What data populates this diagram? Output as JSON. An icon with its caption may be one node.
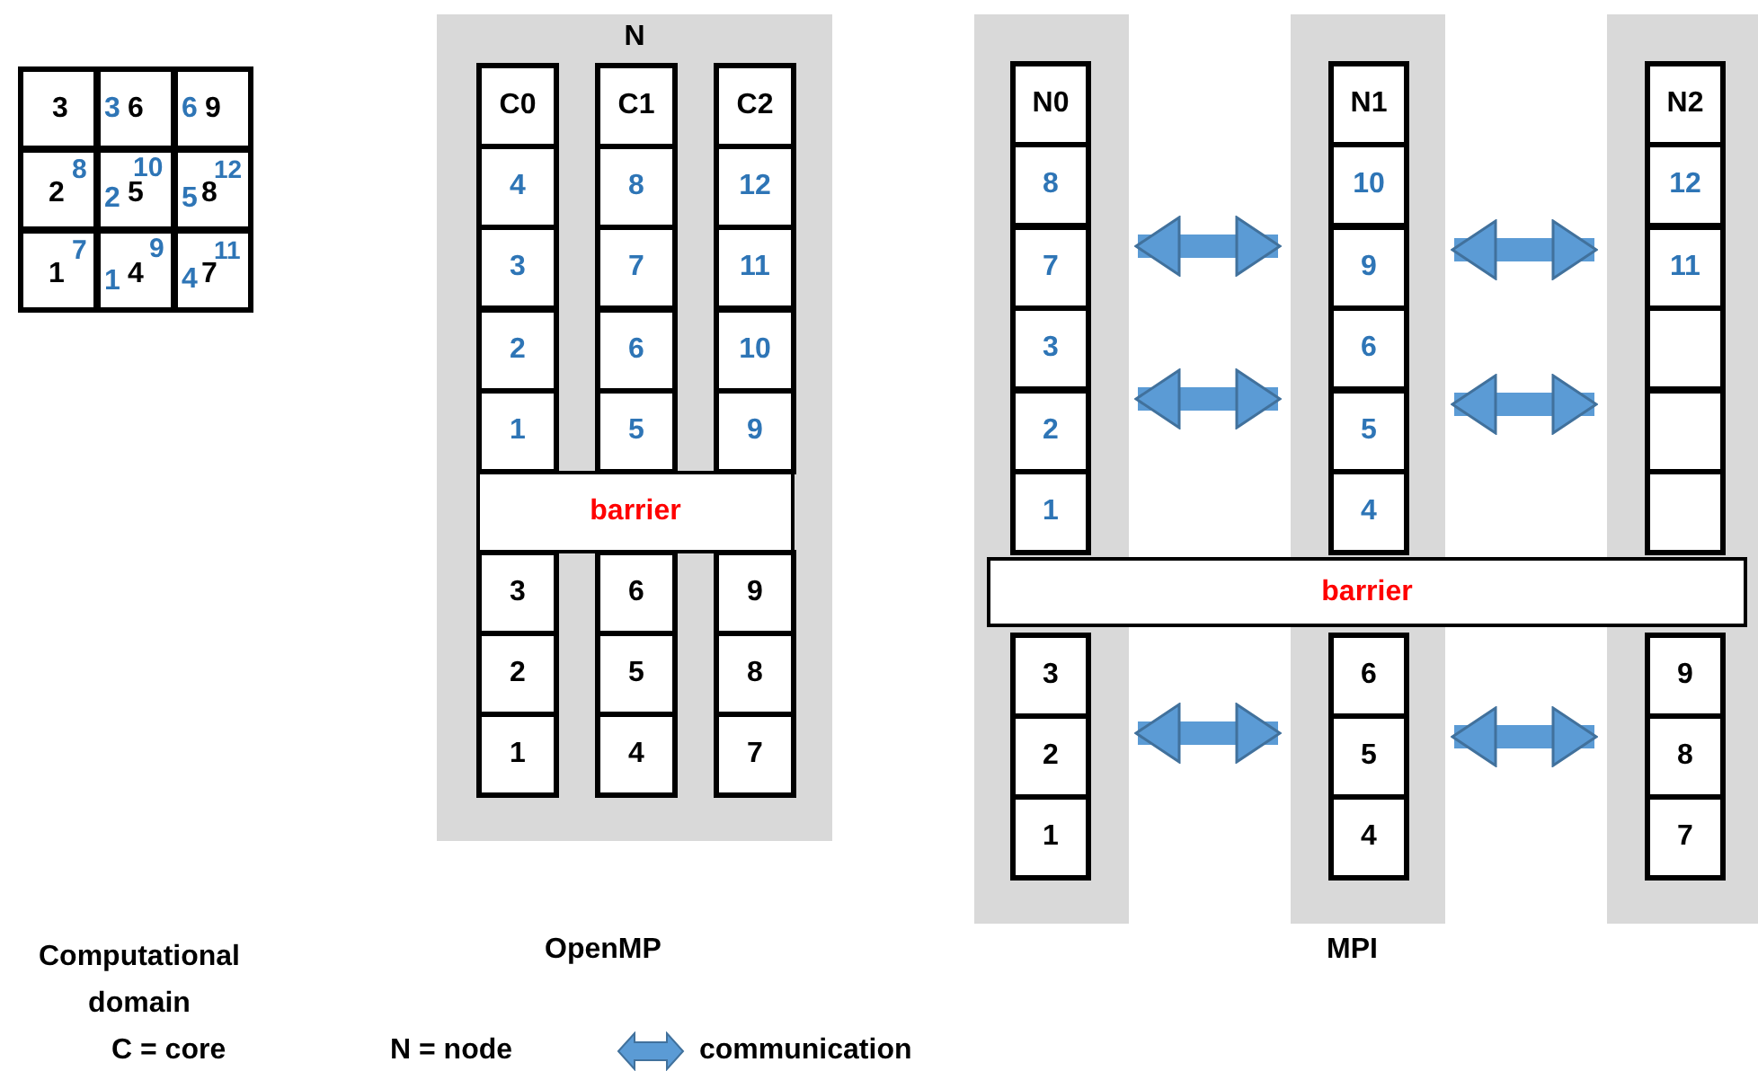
{
  "diagram": {
    "nodes": [
      {
        "text": [
          "3"
        ]
      },
      {
        "text": [
          "3",
          "6"
        ]
      },
      {
        "text": [
          "6",
          "9"
        ]
      },
      {
        "text": [
          "8",
          "2"
        ]
      },
      {
        "text": [
          "10",
          "2",
          "5"
        ]
      },
      {
        "text": [
          "12",
          "5",
          "8"
        ]
      },
      {
        "text": [
          "7",
          "1"
        ]
      },
      {
        "text": [
          "9",
          "1",
          "4"
        ]
      },
      {
        "text": [
          "11",
          "4",
          "7"
        ]
      },
      {
        "text": [
          "N"
        ]
      },
      {
        "text": [
          "C0"
        ],
        "in": 9
      },
      {
        "text": [
          "C1"
        ],
        "in": 9
      },
      {
        "text": [
          "C2"
        ],
        "in": 9
      },
      {
        "text": [
          "4"
        ],
        "in": 9
      },
      {
        "text": [
          "8"
        ],
        "in": 9
      },
      {
        "text": [
          "12"
        ],
        "in": 9
      },
      {
        "text": [
          "3"
        ],
        "in": 9
      },
      {
        "text": [
          "7"
        ],
        "in": 9
      },
      {
        "text": [
          "11"
        ],
        "in": 9
      },
      {
        "text": [
          "2"
        ],
        "in": 9
      },
      {
        "text": [
          "6"
        ],
        "in": 9
      },
      {
        "text": [
          "10"
        ],
        "in": 9
      },
      {
        "text": [
          "1"
        ],
        "in": 9
      },
      {
        "text": [
          "5"
        ],
        "in": 9
      },
      {
        "text": [
          "9"
        ],
        "in": 9
      },
      {
        "text": [
          "barrier"
        ],
        "in": 9
      },
      {
        "text": [
          "3"
        ],
        "in": 9
      },
      {
        "text": [
          "6"
        ],
        "in": 9
      },
      {
        "text": [
          "9"
        ],
        "in": 9
      },
      {
        "text": [
          "2"
        ],
        "in": 9
      },
      {
        "text": [
          "5"
        ],
        "in": 9
      },
      {
        "text": [
          "8"
        ],
        "in": 9
      },
      {
        "text": [
          "1"
        ],
        "in": 9
      },
      {
        "text": [
          "4"
        ],
        "in": 9
      },
      {
        "text": [
          "7"
        ],
        "in": 9
      },
      {
        "text": [],
        "shape": "box"
      },
      {
        "text": [],
        "shape": "box"
      },
      {
        "text": [],
        "shape": "box"
      },
      {
        "text": [
          "N0"
        ],
        "in": 35
      },
      {
        "text": [
          "N1"
        ],
        "in": 36
      },
      {
        "text": [
          "N2"
        ],
        "in": 37
      },
      {
        "text": [
          "8"
        ],
        "in": 35
      },
      {
        "text": [
          "10"
        ],
        "in": 36
      },
      {
        "text": [
          "12"
        ],
        "in": 37
      },
      {
        "text": [
          "7"
        ],
        "in": 35
      },
      {
        "text": [
          "9"
        ],
        "in": 36
      },
      {
        "text": [
          "11"
        ],
        "in": 37
      },
      {
        "text": [
          "3"
        ],
        "in": 35
      },
      {
        "text": [
          "6"
        ],
        "in": 36
      },
      {
        "text": [],
        "shape": "box",
        "in": 37
      },
      {
        "text": [
          "2"
        ],
        "in": 35
      },
      {
        "text": [
          "5"
        ],
        "in": 36
      },
      {
        "text": [],
        "shape": "box",
        "in": 37
      },
      {
        "text": [
          "1"
        ],
        "in": 35
      },
      {
        "text": [
          "4"
        ],
        "in": 36
      },
      {
        "text": [],
        "shape": "box",
        "in": 37
      },
      {
        "text": [
          "barrier"
        ]
      },
      {
        "text": [
          "3"
        ],
        "in": 35
      },
      {
        "text": [
          "6"
        ],
        "in": 36
      },
      {
        "text": [
          "9"
        ],
        "in": 37
      },
      {
        "text": [
          "2"
        ],
        "in": 35
      },
      {
        "text": [
          "5"
        ],
        "in": 36
      },
      {
        "text": [
          "8"
        ],
        "in": 37
      },
      {
        "text": [
          "1"
        ],
        "in": 35
      },
      {
        "text": [
          "4"
        ],
        "in": 36
      },
      {
        "text": [
          "7"
        ],
        "in": 37
      }
    ],
    "edges": [
      {
        "from": 35,
        "to": 36,
        "arrow": "both"
      },
      {
        "from": 36,
        "to": 37,
        "arrow": "both"
      },
      {
        "from": 35,
        "to": 36,
        "arrow": "both"
      },
      {
        "from": 36,
        "to": 37,
        "arrow": "both"
      },
      {
        "from": 35,
        "to": 36,
        "arrow": "both"
      },
      {
        "from": 36,
        "to": 37,
        "arrow": "both"
      }
    ],
    "labels": [
      "Computational domain",
      "OpenMP",
      "MPI",
      "C = core",
      "N = node"
    ],
    "legend": [
      {
        "text": "communication"
      }
    ]
  }
}
